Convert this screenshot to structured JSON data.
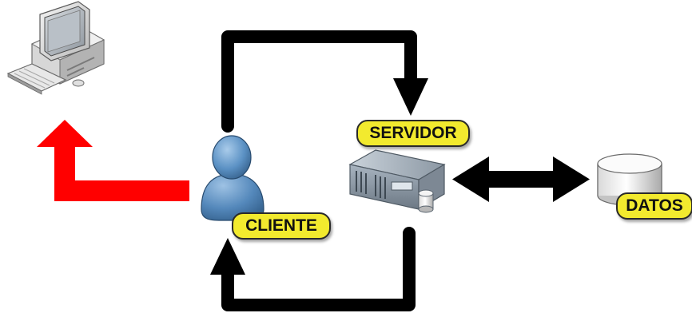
{
  "labels": {
    "server": "SERVIDOR",
    "client": "CLIENTE",
    "data": "DATOS"
  },
  "icons": {
    "computer": "desktop-computer-icon",
    "user": "user-person-icon",
    "server": "rack-server-icon",
    "database": "database-cylinder-icon"
  },
  "colors": {
    "request_arrow": "#ff0000",
    "flow_arrows": "#000000",
    "badge_fill": "#f2ea2e",
    "user_blue": "#4f86b8"
  }
}
